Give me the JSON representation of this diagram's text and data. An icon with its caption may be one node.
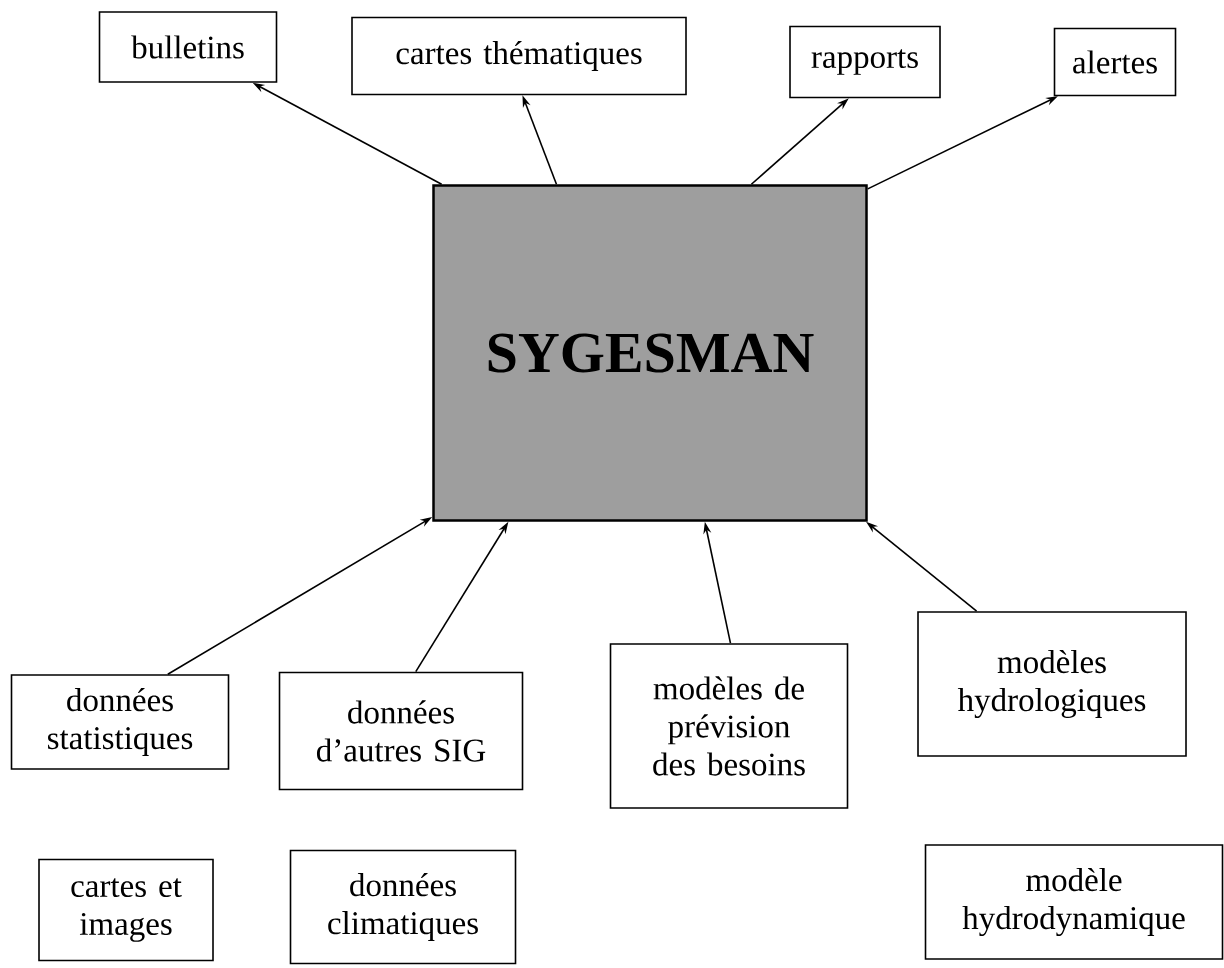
{
  "diagram": {
    "nodes": [
      {
        "text": [
          "bulletins"
        ]
      },
      {
        "text": [
          "cartes thématiques"
        ]
      },
      {
        "text": [
          "rapports"
        ]
      },
      {
        "text": [
          "alertes"
        ]
      },
      {
        "text": [
          "SYGESMAN"
        ]
      },
      {
        "text": [
          "données statistiques"
        ]
      },
      {
        "text": [
          "données d’autres SIG"
        ]
      },
      {
        "text": [
          "modèles de prévision des besoins"
        ]
      },
      {
        "text": [
          "modèles hydrologiques"
        ]
      },
      {
        "text": [
          "cartes et images"
        ]
      },
      {
        "text": [
          "données climatiques"
        ]
      },
      {
        "text": [
          "modèle hydrodynamique"
        ]
      }
    ],
    "edges": [
      {
        "from": 4,
        "to": 0,
        "arrow": "to"
      },
      {
        "from": 4,
        "to": 1,
        "arrow": "to"
      },
      {
        "from": 4,
        "to": 2,
        "arrow": "to"
      },
      {
        "from": 4,
        "to": 3,
        "arrow": "to"
      },
      {
        "from": 5,
        "to": 4,
        "arrow": "to"
      },
      {
        "from": 6,
        "to": 4,
        "arrow": "to"
      },
      {
        "from": 7,
        "to": 4,
        "arrow": "to"
      },
      {
        "from": 8,
        "to": 4,
        "arrow": "to"
      }
    ]
  }
}
